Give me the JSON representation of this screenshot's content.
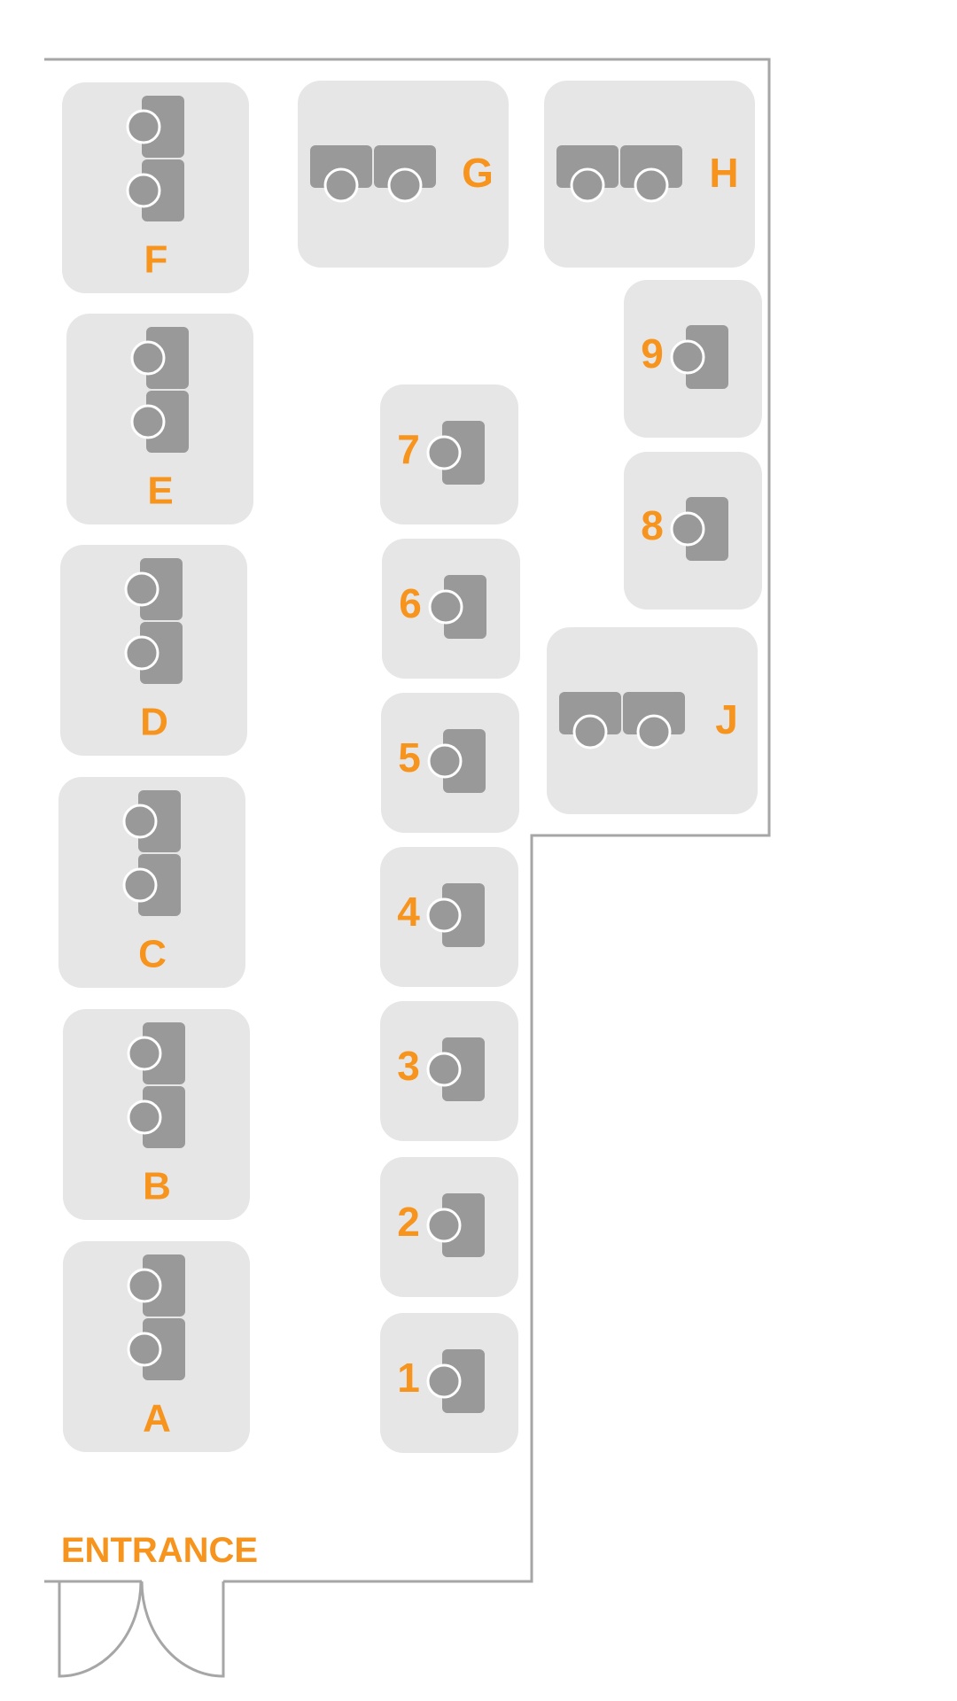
{
  "colors": {
    "label": "#F7941D",
    "booth_bg": "#E6E6E6",
    "furniture": "#999999",
    "chair_stroke": "#FFFFFF",
    "wall": "#A6A6A6",
    "page_bg": "#FFFFFF"
  },
  "entrance_label": "ENTRANCE",
  "booths": {
    "A": {
      "label": "A",
      "kind": "double-vertical"
    },
    "B": {
      "label": "B",
      "kind": "double-vertical"
    },
    "C": {
      "label": "C",
      "kind": "double-vertical"
    },
    "D": {
      "label": "D",
      "kind": "double-vertical"
    },
    "E": {
      "label": "E",
      "kind": "double-vertical"
    },
    "F": {
      "label": "F",
      "kind": "double-vertical"
    },
    "G": {
      "label": "G",
      "kind": "double-horizontal"
    },
    "H": {
      "label": "H",
      "kind": "double-horizontal"
    },
    "J": {
      "label": "J",
      "kind": "double-horizontal"
    },
    "1": {
      "label": "1",
      "kind": "single"
    },
    "2": {
      "label": "2",
      "kind": "single"
    },
    "3": {
      "label": "3",
      "kind": "single"
    },
    "4": {
      "label": "4",
      "kind": "single"
    },
    "5": {
      "label": "5",
      "kind": "single"
    },
    "6": {
      "label": "6",
      "kind": "single"
    },
    "7": {
      "label": "7",
      "kind": "single"
    },
    "8": {
      "label": "8",
      "kind": "single"
    },
    "9": {
      "label": "9",
      "kind": "single"
    }
  }
}
